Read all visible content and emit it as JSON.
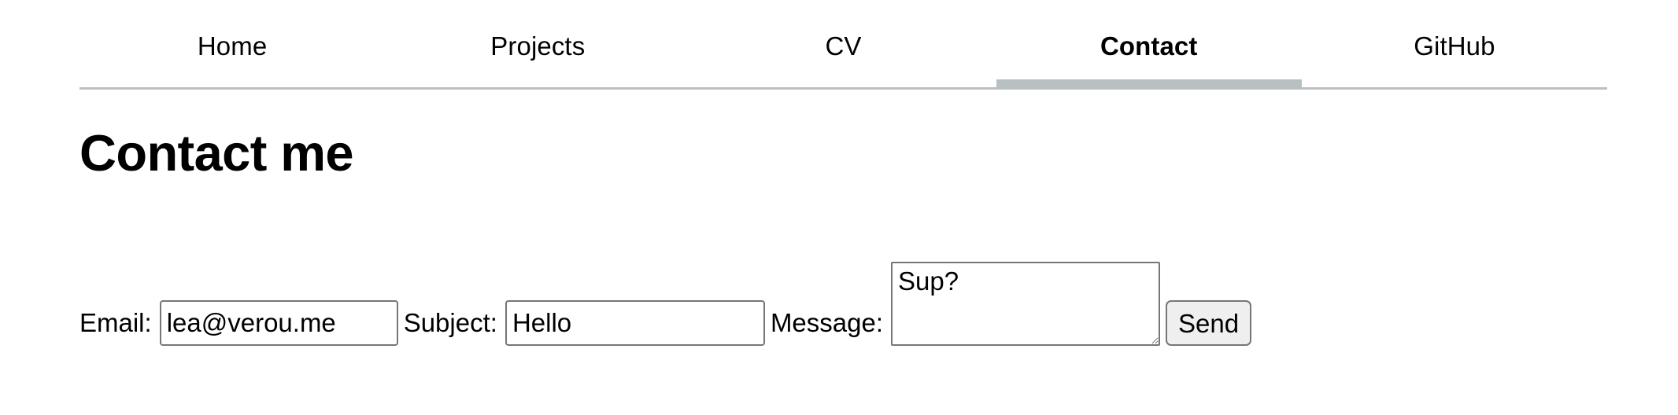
{
  "nav": {
    "items": [
      {
        "label": "Home",
        "active": false
      },
      {
        "label": "Projects",
        "active": false
      },
      {
        "label": "CV",
        "active": false
      },
      {
        "label": "Contact",
        "active": true
      },
      {
        "label": "GitHub",
        "active": false
      }
    ],
    "active_indicator_color": "#b9c0c2",
    "rule_color": "#b9c0c2"
  },
  "main": {
    "heading": "Contact me",
    "form": {
      "email": {
        "label": "Email:",
        "value": "lea@verou.me",
        "placeholder": ""
      },
      "subject": {
        "label": "Subject:",
        "value": "Hello",
        "placeholder": ""
      },
      "message": {
        "label": "Message:",
        "value": "Sup?",
        "placeholder": ""
      },
      "submit": {
        "label": "Send",
        "background": "#efefef",
        "border_color": "#767676"
      }
    }
  }
}
